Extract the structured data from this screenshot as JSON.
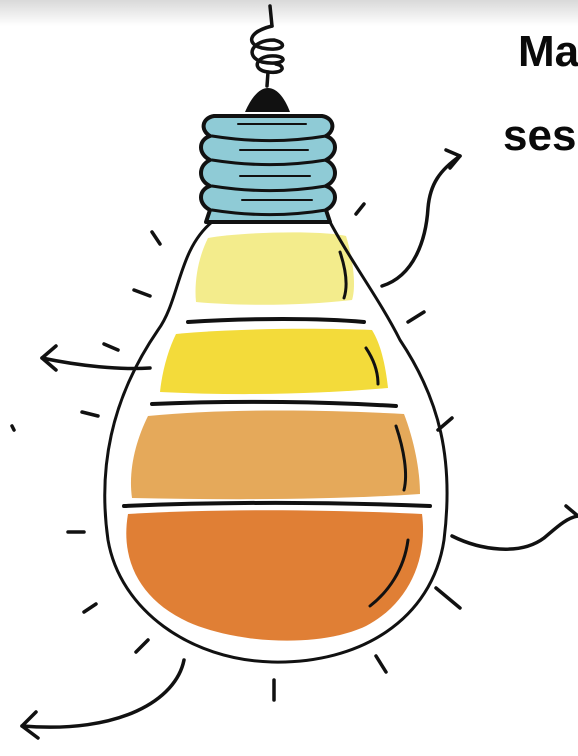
{
  "heading": {
    "line1": "Ma",
    "line2": "ses"
  },
  "colors": {
    "socket": "#8fcbd6",
    "layer1": "#f3ec8c",
    "layer2": "#f3db3a",
    "layer3": "#e5a95a",
    "layer4": "#e07f35",
    "ink": "#111111"
  },
  "icons": {
    "bulb": "light-bulb-icon",
    "arrows": [
      "arrow-top-right",
      "arrow-left",
      "arrow-right",
      "arrow-bottom-left"
    ]
  }
}
